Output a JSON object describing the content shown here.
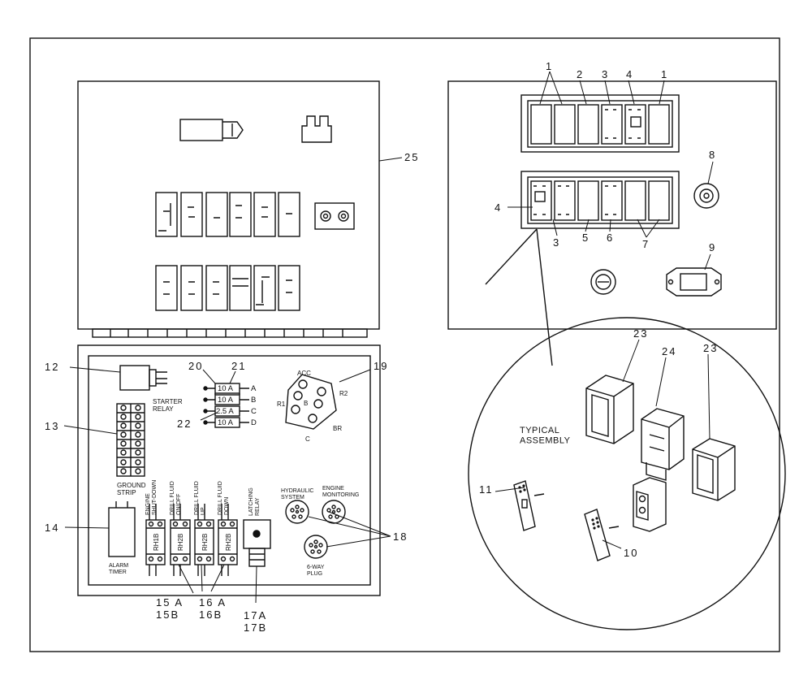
{
  "callouts": {
    "c1a": "1",
    "c1b": "1",
    "c2": "2",
    "c3a": "3",
    "c4a": "4",
    "c8": "8",
    "c4b": "4",
    "c3b": "3",
    "c5": "5",
    "c6": "6",
    "c7": "7",
    "c9": "9",
    "c25": "25",
    "c12": "12",
    "c20": "20",
    "c21": "21",
    "c22": "22",
    "c19": "19",
    "c13": "13",
    "c14": "14",
    "c15": "15 A\n15B",
    "c16": "16 A\n16B",
    "c17": "17A\n17B",
    "c18": "18",
    "c23a": "23",
    "c24": "24",
    "c23b": "23",
    "c11": "11",
    "c10": "10"
  },
  "labels": {
    "starter_relay": "STARTER\nRELAY",
    "ground_strip": "GROUND\nSTRIP",
    "alarm_timer": "ALARM\nTIMER",
    "typical_assembly": "TYPICAL\nASSEMBLY",
    "hydraulic_system": "HYDRAULIC\nSYSTEM",
    "engine_monitoring": "ENGINE\nMONITORING",
    "plug": "6-WAY\nPLUG",
    "latching_relay": "LATCHING\nRELAY",
    "engine_shutdown": "ENGINE\nSHUT-DOWN",
    "drill_fluid_onoff": "DRILL FLUID\nON/OFF",
    "drill_fluid_up": "DRILL FLUID\nUP",
    "drill_fluid_down": "DRILL FLUID\nDOWN"
  },
  "relay_codes": [
    "RH1B",
    "RH2B",
    "RH2B",
    "RH2B"
  ],
  "fuses": [
    {
      "rating": "10 A",
      "letter": "A"
    },
    {
      "rating": "10 A",
      "letter": "B"
    },
    {
      "rating": "2.5 A",
      "letter": "C"
    },
    {
      "rating": "10 A",
      "letter": "D"
    }
  ],
  "ignition_terminals": {
    "acc": "ACC",
    "r1": "R1",
    "r2": "R2",
    "b": "B",
    "br": "BR",
    "c": "C"
  }
}
